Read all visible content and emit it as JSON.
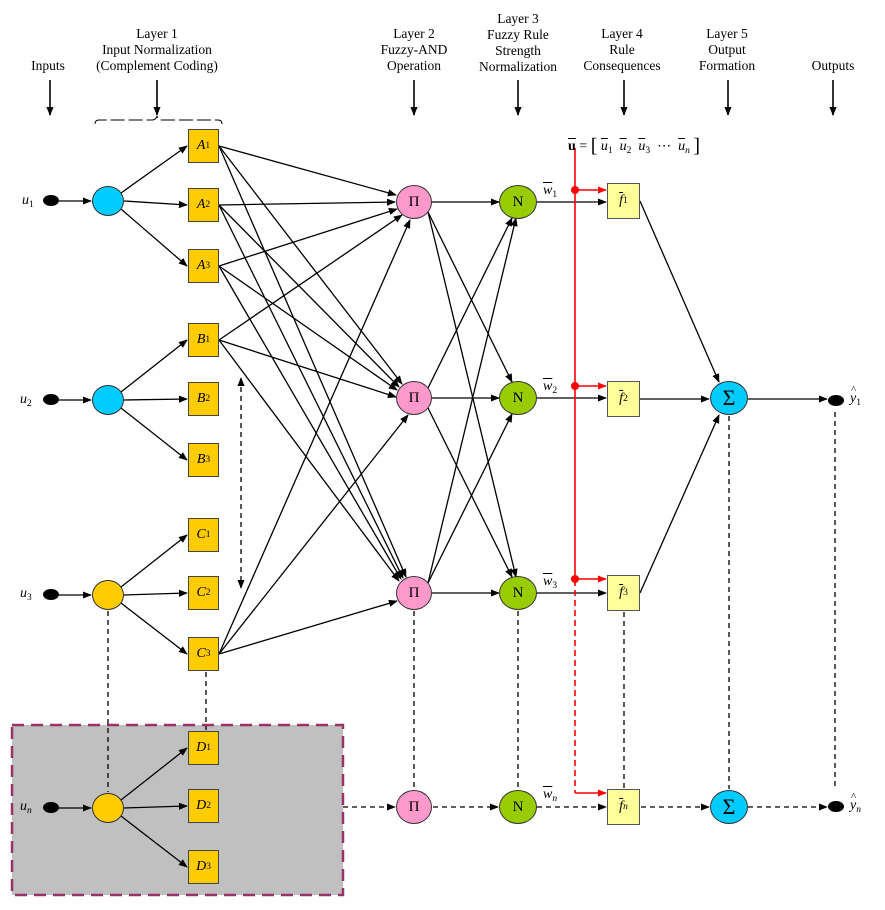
{
  "headers": {
    "inputs": "Inputs",
    "layer1": [
      "Layer 1",
      "Input Normalization",
      "(Complement Coding)"
    ],
    "layer2": [
      "Layer 2",
      "Fuzzy-AND",
      "Operation"
    ],
    "layer3": [
      "Layer 3",
      "Fuzzy Rule",
      "Strength",
      "Normalization"
    ],
    "layer4": [
      "Layer 4",
      "Rule",
      "Consequences"
    ],
    "layer5": [
      "Layer 5",
      "Output",
      "Formation"
    ],
    "outputs": "Outputs"
  },
  "inputs": [
    {
      "var": "u",
      "sub": "1",
      "node_color": "#00ccff"
    },
    {
      "var": "u",
      "sub": "2",
      "node_color": "#00ccff"
    },
    {
      "var": "u",
      "sub": "3",
      "node_color": "#ffcc00"
    },
    {
      "var": "u",
      "sub": "n",
      "node_color": "#ffcc00"
    }
  ],
  "membership_functions": [
    {
      "letter": "A",
      "subs": [
        "1",
        "2",
        "3"
      ]
    },
    {
      "letter": "B",
      "subs": [
        "1",
        "2",
        "3"
      ]
    },
    {
      "letter": "C",
      "subs": [
        "1",
        "2",
        "3"
      ]
    },
    {
      "letter": "D",
      "subs": [
        "1",
        "2",
        "3"
      ]
    }
  ],
  "layer2_nodes": {
    "symbol": "Π",
    "count_visible": 4,
    "color": "#ff99cc"
  },
  "layer3_nodes": {
    "symbol": "N",
    "count_visible": 4,
    "color": "#99cc00"
  },
  "normalized_weights": [
    {
      "var": "w",
      "sub": "1"
    },
    {
      "var": "w",
      "sub": "2"
    },
    {
      "var": "w",
      "sub": "3"
    },
    {
      "var": "w",
      "sub": "n"
    }
  ],
  "rule_consequences": [
    {
      "var": "f",
      "sub": "1"
    },
    {
      "var": "f",
      "sub": "2"
    },
    {
      "var": "f",
      "sub": "3"
    },
    {
      "var": "f",
      "sub": "n"
    }
  ],
  "layer5_nodes": {
    "symbol": "Σ",
    "color": "#00ccff"
  },
  "outputs": [
    {
      "var": "y",
      "sub": "1"
    },
    {
      "var": "y",
      "sub": "n"
    }
  ],
  "u_vector": {
    "lhs": "u",
    "equals": "=",
    "elements": [
      {
        "var": "u",
        "sub": "1"
      },
      {
        "var": "u",
        "sub": "2"
      },
      {
        "var": "u",
        "sub": "3"
      },
      {
        "var": "u",
        "sub": "n"
      }
    ],
    "ellipsis": "⋯"
  },
  "colors": {
    "input_bus": "#ff0000",
    "grey_box_fill": "#c0c0c0",
    "grey_box_border": "#993366",
    "mf_fill": "#ffcc00",
    "rule_fill": "#ffff99"
  }
}
